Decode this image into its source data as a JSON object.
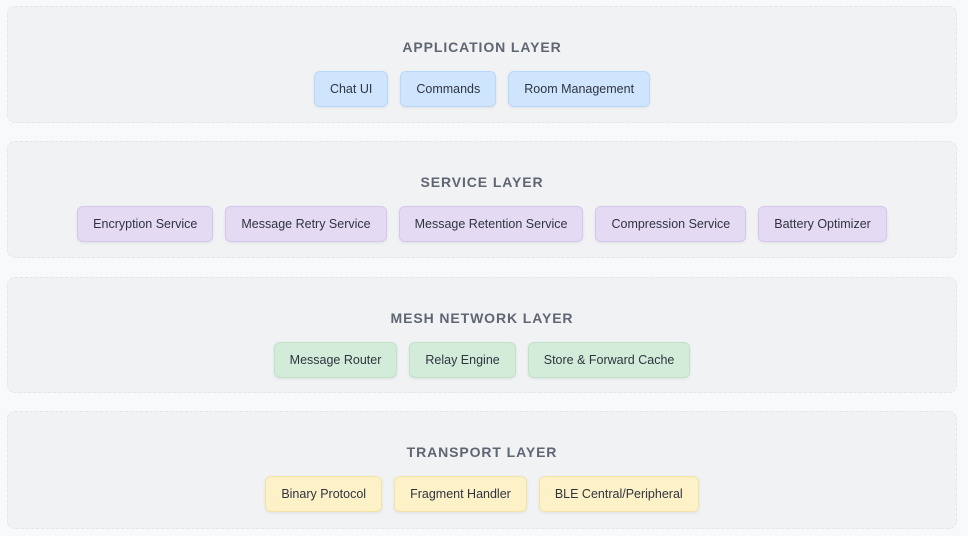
{
  "layers": [
    {
      "title": "APPLICATION LAYER",
      "color": "#cfe5fe",
      "items": [
        "Chat UI",
        "Commands",
        "Room Management"
      ]
    },
    {
      "title": "SERVICE LAYER",
      "color": "#e4daf4",
      "items": [
        "Encryption Service",
        "Message Retry Service",
        "Message Retention Service",
        "Compression Service",
        "Battery Optimizer"
      ]
    },
    {
      "title": "MESH NETWORK LAYER",
      "color": "#d3ecda",
      "items": [
        "Message Router",
        "Relay Engine",
        "Store & Forward Cache"
      ]
    },
    {
      "title": "TRANSPORT LAYER",
      "color": "#fdf1c7",
      "items": [
        "Binary Protocol",
        "Fragment Handler",
        "BLE Central/Peripheral"
      ]
    }
  ]
}
